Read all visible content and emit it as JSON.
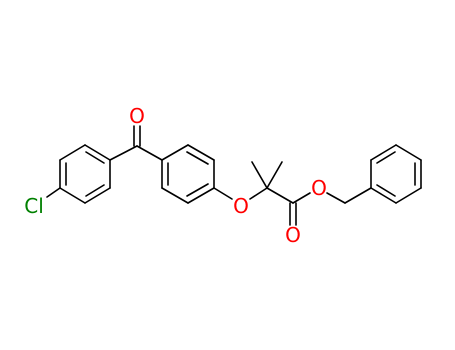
{
  "structure": {
    "atoms": [
      {
        "id": "O_ketone",
        "symbol": "O",
        "color": "#ff0000"
      },
      {
        "id": "Cl",
        "symbol": "Cl",
        "color": "#008000"
      },
      {
        "id": "O_ether",
        "symbol": "O",
        "color": "#ff0000"
      },
      {
        "id": "O_ester",
        "symbol": "O",
        "color": "#ff0000"
      },
      {
        "id": "O_carbonyl",
        "symbol": "O",
        "color": "#ff0000"
      }
    ],
    "bond_color": "#000000"
  }
}
